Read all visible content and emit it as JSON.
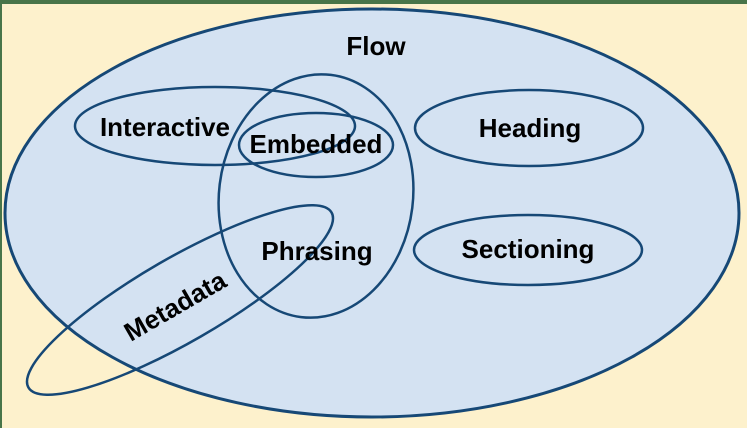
{
  "diagram": {
    "type": "euler-venn",
    "title": "Flow",
    "labels": {
      "flow": "Flow",
      "interactive": "Interactive",
      "embedded": "Embedded",
      "heading": "Heading",
      "phrasing": "Phrasing",
      "sectioning": "Sectioning",
      "metadata": "Metadata"
    },
    "sets": [
      {
        "name": "Flow",
        "contains": [
          "Interactive",
          "Embedded",
          "Heading",
          "Phrasing",
          "Sectioning",
          "Metadata (partially)"
        ]
      },
      {
        "name": "Interactive",
        "overlaps": [
          "Embedded",
          "Phrasing"
        ]
      },
      {
        "name": "Embedded",
        "overlaps": [
          "Interactive",
          "Phrasing"
        ]
      },
      {
        "name": "Phrasing",
        "overlaps": [
          "Interactive",
          "Embedded",
          "Metadata"
        ]
      },
      {
        "name": "Heading",
        "overlaps": []
      },
      {
        "name": "Sectioning",
        "overlaps": []
      },
      {
        "name": "Metadata",
        "overlaps": [
          "Phrasing"
        ],
        "extends_outside": "Flow"
      }
    ],
    "colors": {
      "background": "#FDF1CC",
      "frame_border": "#487549",
      "set_fill": "#D4E2F2",
      "set_stroke": "#164876",
      "label_text": "#000000"
    }
  }
}
